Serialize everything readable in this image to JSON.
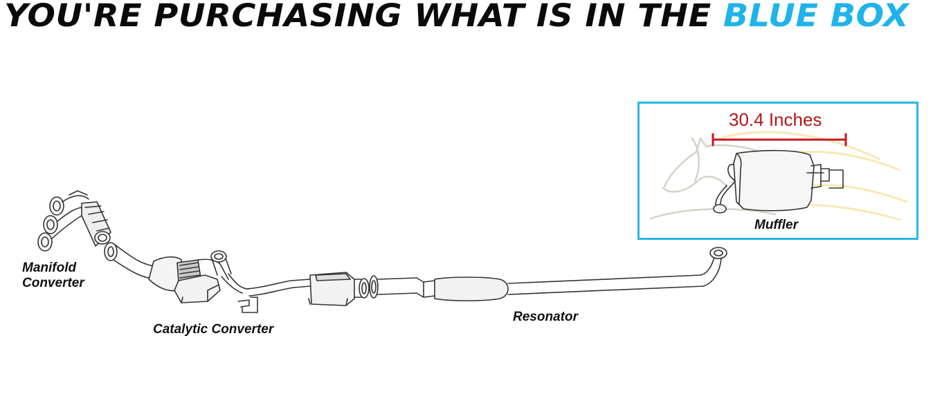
{
  "headline": {
    "prefix": "YOU'RE PURCHASING WHAT IS IN THE ",
    "highlight": "BLUE BOX",
    "highlight_color": "#1fb3e9"
  },
  "box": {
    "border_color": "#29b6e6",
    "dimension": "30.4 Inches",
    "dimension_color": "#b5161b",
    "part_label": "Muffler"
  },
  "parts": {
    "manifold": "Manifold Converter",
    "catalytic": "Catalytic Converter",
    "resonator": "Resonator"
  }
}
